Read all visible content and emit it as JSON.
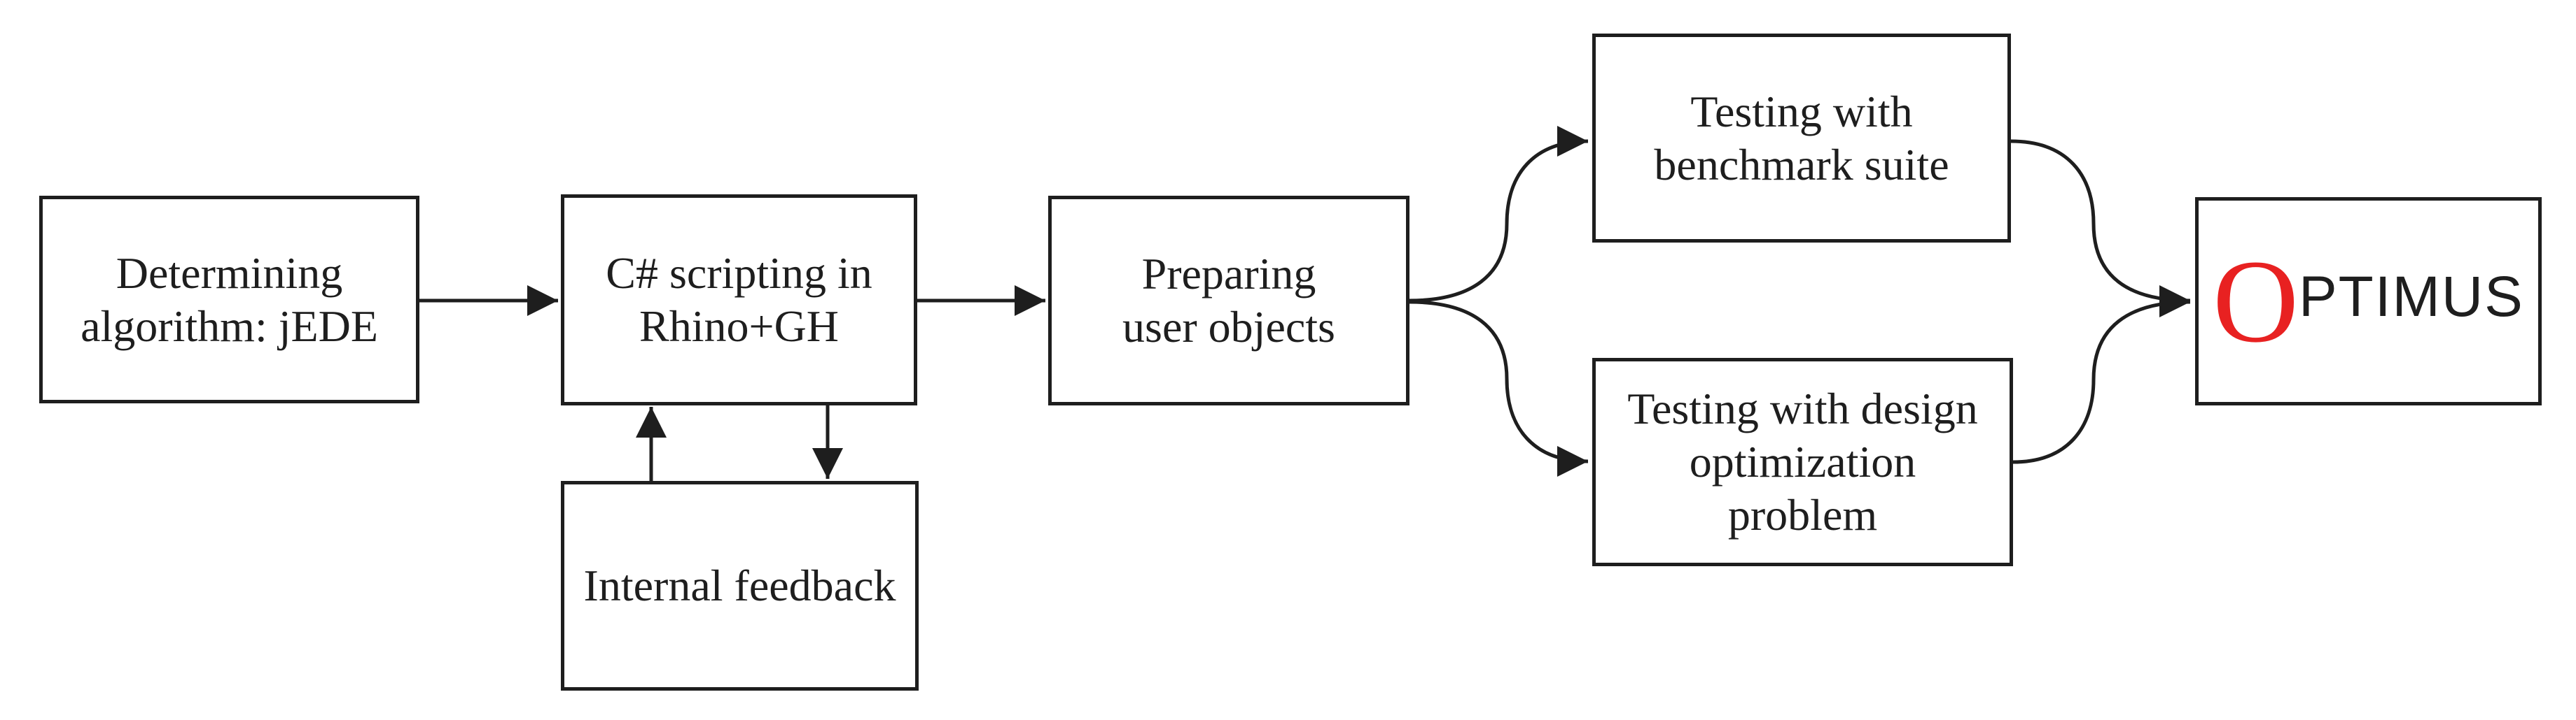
{
  "diagram": {
    "type": "flowchart",
    "boxes": {
      "determining": {
        "line1": "Determining",
        "line2": "algorithm: jEDE"
      },
      "scripting": {
        "line1": "C# scripting in",
        "line2": "Rhino+GH"
      },
      "preparing": {
        "line1": "Preparing",
        "line2": "user objects"
      },
      "internal_feedback": {
        "line1": "Internal feedback"
      },
      "benchmark": {
        "line1": "Testing with",
        "line2": "benchmark suite"
      },
      "design_optimization": {
        "line1": "Testing with design",
        "line2": "optimization",
        "line3": "problem"
      },
      "optimus": {
        "initial": "O",
        "rest": "PTIMUS"
      }
    },
    "connections": [
      "determining -> scripting",
      "scripting -> preparing",
      "scripting <-> internal_feedback",
      "preparing -> benchmark",
      "preparing -> design_optimization",
      "benchmark -> optimus",
      "design_optimization -> optimus"
    ]
  },
  "colors": {
    "line": "#1e1e1e",
    "accent_red": "#e82121",
    "background": "#ffffff"
  }
}
